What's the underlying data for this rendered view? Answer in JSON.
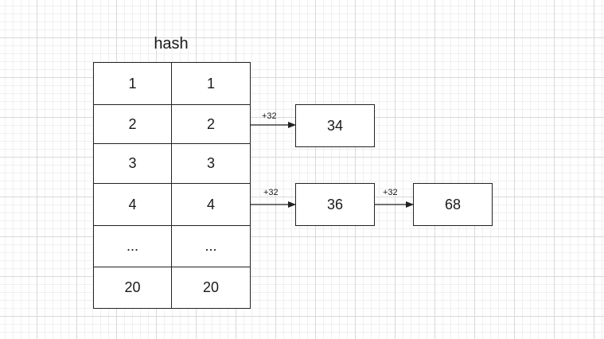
{
  "title": "hash",
  "table": {
    "rows": [
      [
        "1",
        "1"
      ],
      [
        "2",
        "2"
      ],
      [
        "3",
        "3"
      ],
      [
        "4",
        "4"
      ],
      [
        "...",
        "..."
      ],
      [
        "20",
        "20"
      ]
    ]
  },
  "nodes": {
    "n34": "34",
    "n36": "36",
    "n68": "68"
  },
  "edges": {
    "e1_label": "+32",
    "e2_label": "+32",
    "e3_label": "+32"
  }
}
